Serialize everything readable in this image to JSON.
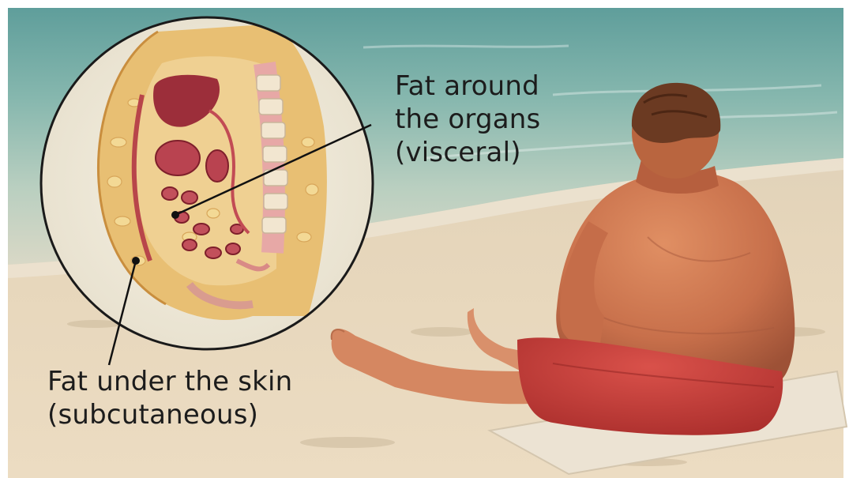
{
  "labels": {
    "visceral": [
      "Fat around",
      "the organs",
      "(visceral)"
    ],
    "subcutaneous": [
      "Fat under the skin",
      "(subcutaneous)"
    ]
  },
  "colors": {
    "sea": "#6fa9a4",
    "sand": "#e4d3b7",
    "skin": "#c9714e",
    "shorts": "#c93c37",
    "hair": "#6b3a22",
    "fat": "#e9c37a",
    "organ": "#9c2e3a",
    "circle_bg": "#efeadc",
    "text": "#1c1c1c"
  },
  "illustration": {
    "scene": "beach-scene",
    "inset": "abdomen-cross-section-inset"
  }
}
